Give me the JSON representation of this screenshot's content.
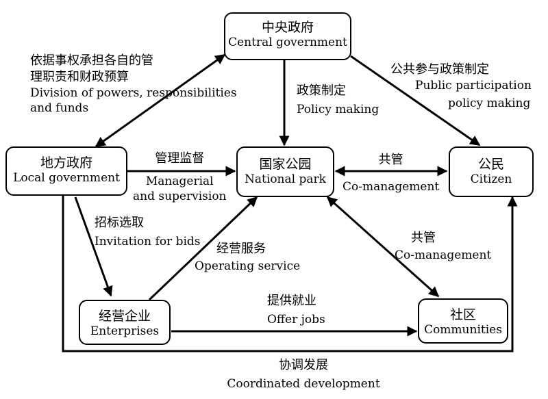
{
  "nodes": {
    "central": {
      "zh": "中央政府",
      "en": "Central government"
    },
    "local": {
      "zh": "地方政府",
      "en": "Local government"
    },
    "park": {
      "zh": "国家公园",
      "en": "National park"
    },
    "citizen": {
      "zh": "公民",
      "en": "Citizen"
    },
    "enterprises": {
      "zh": "经营企业",
      "en": "Enterprises"
    },
    "communities": {
      "zh": "社区",
      "en": "Communities"
    }
  },
  "edges": {
    "division": {
      "zh1": "依据事权承担各自的管",
      "zh2": "理职责和财政预算",
      "en1": "Division of powers, responsibilities",
      "en2": "and funds"
    },
    "policy": {
      "zh": "政策制定",
      "en": "Policy making"
    },
    "public": {
      "zh": "公共参与政策制定",
      "en1": "Public participation",
      "en2": "policy making"
    },
    "managerial": {
      "zh": "管理监督",
      "en1": "Managerial",
      "en2": "and supervision"
    },
    "comgmt_citizen": {
      "zh": "共管",
      "en": "Co-management"
    },
    "bids": {
      "zh": "招标选取",
      "en": "Invitation for bids"
    },
    "operating": {
      "zh": "经营服务",
      "en": "Operating service"
    },
    "comgmt_comm": {
      "zh": "共管",
      "en": "Co-management"
    },
    "jobs": {
      "zh": "提供就业",
      "en": "Offer jobs"
    },
    "coordinated": {
      "zh": "协调发展",
      "en": "Coordinated development"
    }
  },
  "colors": {
    "line": "#000000",
    "background": "#ffffff"
  }
}
